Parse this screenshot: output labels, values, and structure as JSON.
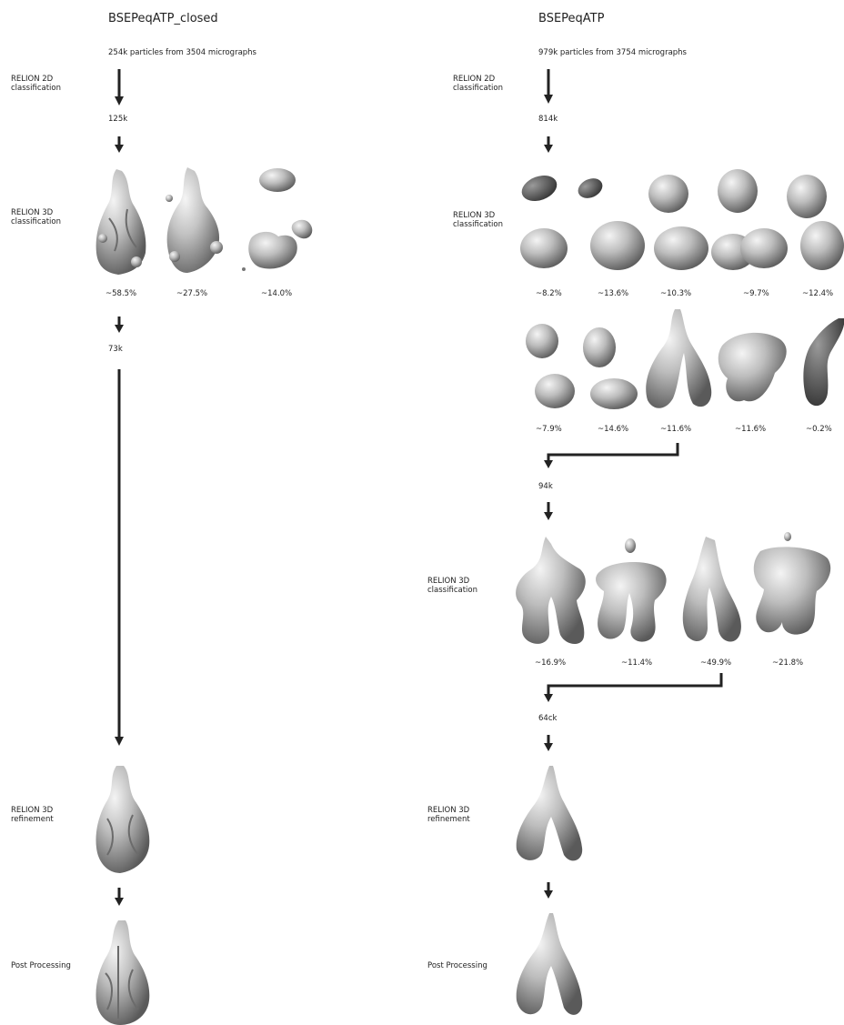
{
  "diagram": {
    "left_title": "BSEPeqATP_closed",
    "right_title": "BSEPeqATP",
    "left_start": "254k  particles from 3504 micrographs",
    "right_start": "979k  particles from 3754 micrographs",
    "steps": {
      "relion_2d_l1": "RELION 2D",
      "relion_2d_l2": "classification",
      "relion_3d_l1": "RELION 3D",
      "relion_3d_class_l2": "classification",
      "relion_3d_ref_l2": "refinement",
      "post_processing": "Post Processing"
    },
    "left_counts": [
      "125k",
      "73k"
    ],
    "right_counts": [
      "814k",
      "94k",
      "64ck"
    ],
    "left_pcts": [
      "~58.5%",
      "~27.5%",
      "~14.0%"
    ],
    "right_row1_pcts": [
      "~8.2%",
      "~13.6%",
      "~10.3%",
      "~9.7%",
      "~12.4%"
    ],
    "right_row2_pcts": [
      "~7.9%",
      "~14.6%",
      "~11.6%",
      "~11.6%",
      "~0.2%"
    ],
    "right_row3_pcts": [
      "~16.9%",
      "~11.4%",
      "~49.9%",
      "~21.8%"
    ]
  }
}
